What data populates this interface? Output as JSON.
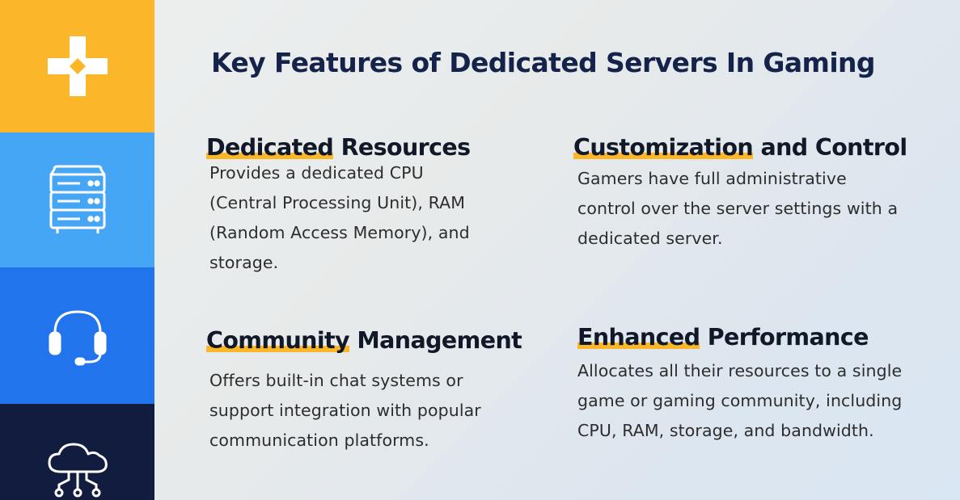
{
  "colors": {
    "sidebar_1": "#fbb629",
    "sidebar_2": "#44a6f5",
    "sidebar_3": "#2174ec",
    "sidebar_4": "#111c3f",
    "title": "#15224a",
    "highlight": "#fbb629"
  },
  "sidebar": {
    "icons": [
      "gamepad-icon",
      "server-rack-icon",
      "headset-icon",
      "cloud-network-icon"
    ]
  },
  "title": "Key Features of Dedicated Servers In Gaming",
  "features": [
    {
      "highlight": "Dedicated",
      "rest": " Resources",
      "lines": [
        "Provides a dedicated CPU",
        "(Central Processing Unit), RAM",
        "(Random Access Memory), and",
        "storage."
      ]
    },
    {
      "highlight": "Customization",
      "rest": " and Control",
      "lines": [
        "Gamers have full administrative",
        "control over the server settings with a",
        "dedicated server."
      ]
    },
    {
      "highlight": "Community",
      "rest": " Management",
      "lines": [
        "Offers built-in chat systems or",
        "support integration with popular",
        "communication platforms."
      ]
    },
    {
      "highlight": "Enhanced",
      "rest": " Performance",
      "lines": [
        "Allocates all their resources to a single",
        "game or gaming community, including",
        "CPU, RAM, storage, and bandwidth."
      ]
    }
  ]
}
